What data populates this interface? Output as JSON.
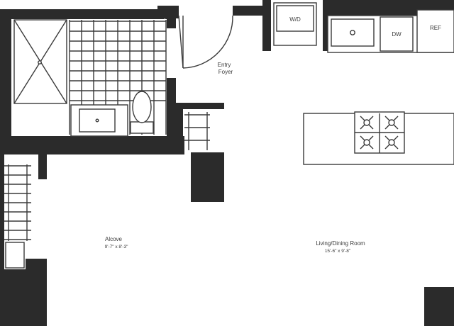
{
  "rooms": {
    "alcove": {
      "name": "Alcove",
      "dims": "9'-7\" x 8'-3\""
    },
    "living": {
      "name": "Living/Dining Room",
      "dims": "15'-6\" x 9'-8\""
    },
    "entry": {
      "line1": "Entry",
      "line2": "Foyer"
    }
  },
  "appliances": {
    "washer_dryer": "W/D",
    "dishwasher": "DW",
    "refrigerator": "REF"
  },
  "colors": {
    "wall": "#2b2b2b",
    "line": "#3a3a3a",
    "background": "#ffffff"
  }
}
